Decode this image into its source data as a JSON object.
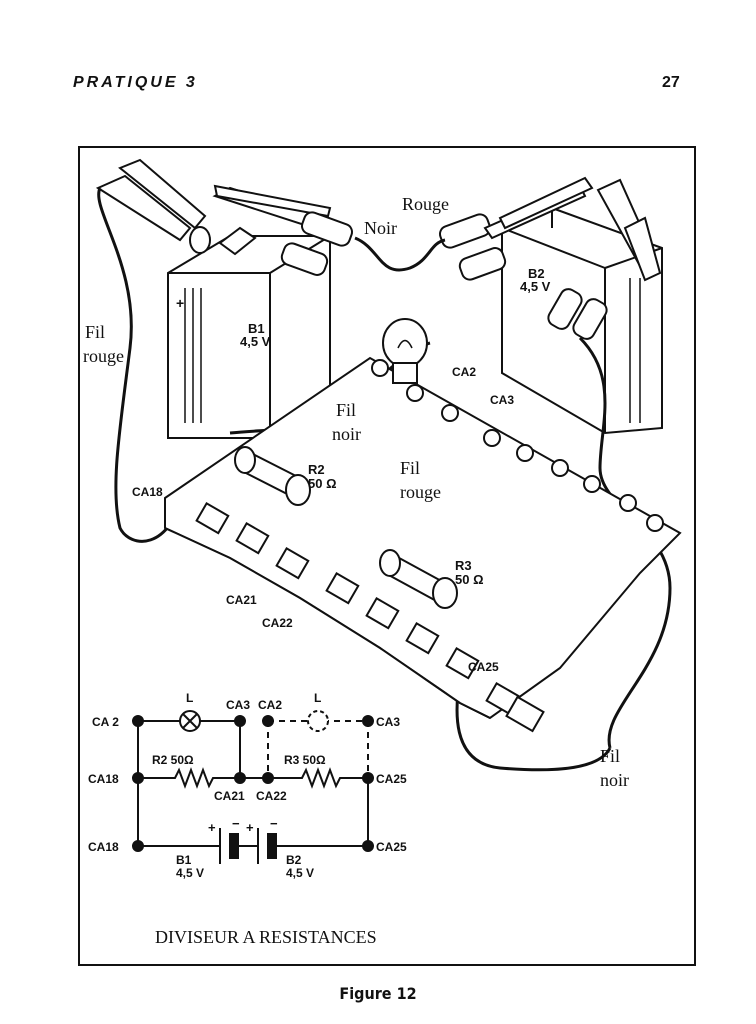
{
  "header": {
    "section": "PRATIQUE 3",
    "page_number": "27"
  },
  "figure": {
    "caption": "Figure 12",
    "title": "DIVISEUR A RESISTANCES",
    "wire_labels": {
      "rouge_top": "Rouge",
      "noir_top": "Noir",
      "fil_left": "Fil",
      "rouge_left": "rouge",
      "fil_mid": "Fil",
      "noir_mid": "noir",
      "fil_mid2": "Fil",
      "rouge_mid2": "rouge",
      "fil_right": "Fil",
      "noir_right": "noir"
    },
    "batteries": {
      "b1_name": "B1",
      "b1_volt": "4,5 V",
      "b2_name": "B2",
      "b2_volt": "4,5 V",
      "plus": "+"
    },
    "resistors": {
      "r2_name": "R2",
      "r2_value": "50 Ω",
      "r3_name": "R3",
      "r3_value": "50 Ω"
    },
    "terminals": {
      "ca2": "CA2",
      "ca3": "CA3",
      "ca18": "CA18",
      "ca21": "CA21",
      "ca22": "CA22",
      "ca25": "CA25"
    },
    "schematic": {
      "row1_left": "CA 2",
      "lamp_label": "L",
      "ca3_a": "CA3",
      "ca2_b": "CA2",
      "lamp_label_b": "L",
      "ca3_b": "CA3",
      "r2": "R2 50Ω",
      "r3": "R3  50Ω",
      "row2_left": "CA18",
      "row2_right": "CA25",
      "ca21": "CA21",
      "ca22": "CA22",
      "row3_left": "CA18",
      "row3_right": "CA25",
      "b1_name": "B1",
      "b1_volt": "4,5 V",
      "b2_name": "B2",
      "b2_volt": "4,5 V",
      "plus1": "+",
      "minus1": "−",
      "plus2": "+",
      "minus2": "−"
    }
  }
}
